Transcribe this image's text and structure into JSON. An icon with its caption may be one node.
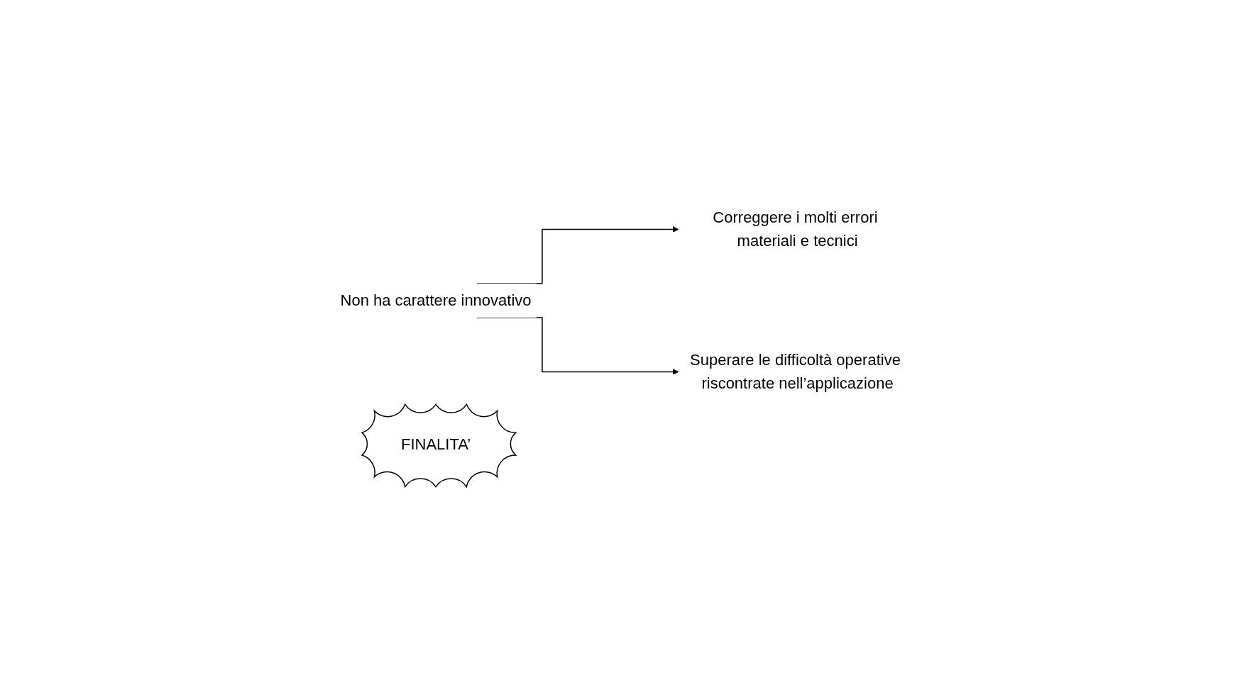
{
  "diagram": {
    "nodes": [
      {
        "text": [
          "Non ha carattere innovativo"
        ]
      },
      {
        "text": [
          "FINALITA’"
        ]
      },
      {
        "text": [
          "Correggere i molti errori materiali e tecnici"
        ]
      },
      {
        "text": [
          "Superare le difficoltà operative riscontrate nell’applicazione"
        ]
      }
    ],
    "edges": [
      {
        "from": 0,
        "to": 2,
        "arrow": "to"
      },
      {
        "from": 0,
        "to": 3,
        "arrow": "to"
      }
    ]
  }
}
